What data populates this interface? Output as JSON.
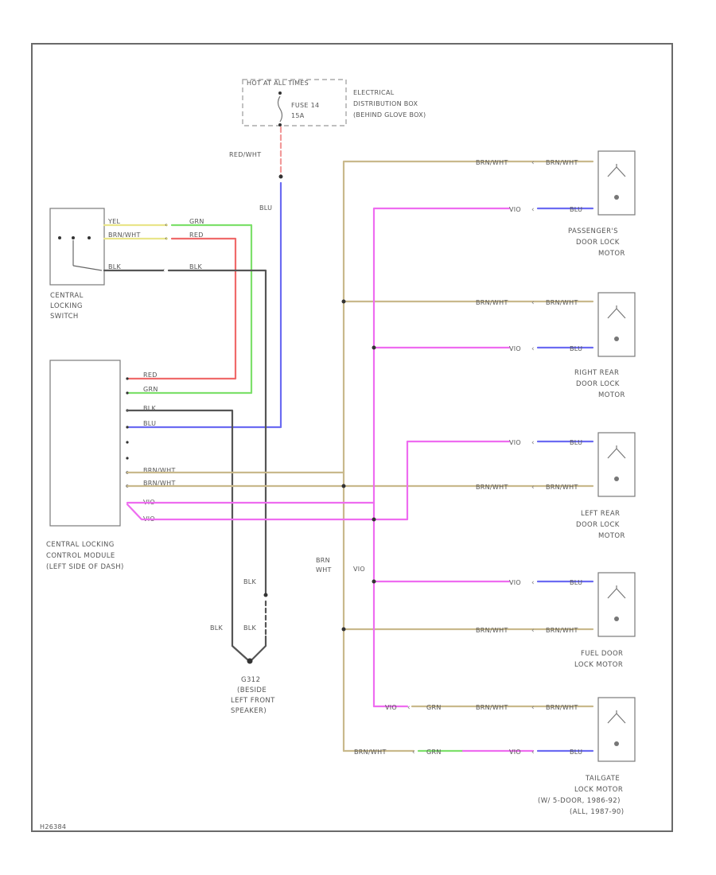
{
  "colors": {
    "tan": "#c9b98c",
    "magenta": "#ee6cf0",
    "blue": "#6b6bf2",
    "yellow": "#e9e58a",
    "green": "#7de06b",
    "red": "#ef6a6a",
    "black": "#555555",
    "red_dash": "#f29a9a"
  },
  "fuse": {
    "hot_label": "HOT AT ALL TIMES",
    "fuse_label": "FUSE 14",
    "amp_label": "15A",
    "box_label_1": "ELECTRICAL",
    "box_label_2": "DISTRIBUTION BOX",
    "box_label_3": "(BEHIND GLOVE BOX)"
  },
  "wires": {
    "red_wht": "RED/WHT",
    "blu": "BLU",
    "yel": "YEL",
    "grn": "GRN",
    "brn_wht": "BRN/WHT",
    "red": "RED",
    "blk": "BLK",
    "vio": "VIO",
    "grn_stacked_1": "BRN",
    "grn_stacked_2": "WHT",
    "vio_trunk": "VIO"
  },
  "components": {
    "switch_1": "CENTRAL",
    "switch_2": "LOCKING",
    "switch_3": "SWITCH",
    "module_1": "CENTRAL LOCKING",
    "module_2": "CONTROL MODULE",
    "module_3": "(LEFT SIDE OF DASH)",
    "ground_1": "G312",
    "ground_2": "(BESIDE",
    "ground_3": "LEFT FRONT",
    "ground_4": "SPEAKER)",
    "pass_1": "PASSENGER'S",
    "pass_2": "DOOR LOCK",
    "pass_3": "MOTOR",
    "rr_1": "RIGHT REAR",
    "rr_2": "DOOR LOCK",
    "rr_3": "MOTOR",
    "lr_1": "LEFT REAR",
    "lr_2": "DOOR LOCK",
    "lr_3": "MOTOR",
    "fuel_1": "FUEL DOOR",
    "fuel_2": "LOCK MOTOR",
    "tail_1": "TAILGATE",
    "tail_2": "LOCK MOTOR",
    "tail_3": "(W/ 5-DOOR, 1986-92)",
    "tail_4": "(ALL, 1987-90)"
  },
  "footer": {
    "code": "H26384"
  }
}
